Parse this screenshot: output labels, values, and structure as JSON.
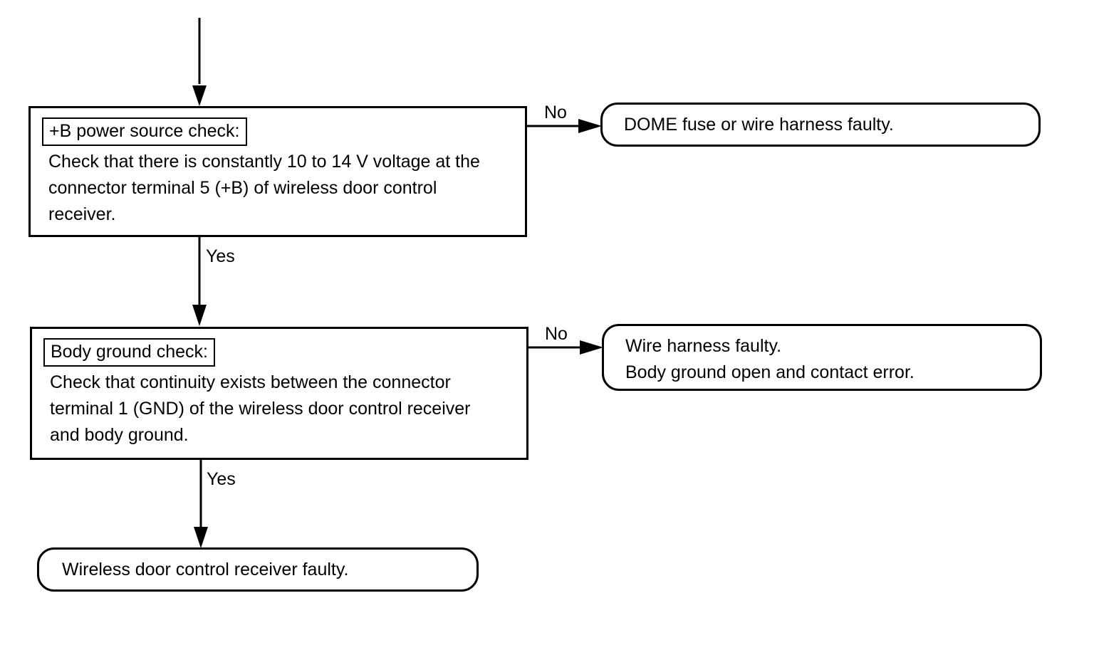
{
  "steps": [
    {
      "title": "+B power source check:",
      "body": [
        "Check that there is constantly 10 to 14 V voltage at the",
        "connector terminal 5 (+B) of wireless door control",
        "receiver."
      ],
      "no_label": "No",
      "yes_label": "Yes",
      "no_result": [
        "DOME fuse or wire harness faulty."
      ]
    },
    {
      "title": "Body ground check:",
      "body": [
        "Check that continuity exists between the connector",
        "terminal 1 (GND) of the wireless door control receiver",
        "and body ground."
      ],
      "no_label": "No",
      "yes_label": "Yes",
      "no_result": [
        "Wire harness faulty.",
        "Body ground open and contact error."
      ]
    }
  ],
  "final_result": "Wireless door control receiver faulty."
}
